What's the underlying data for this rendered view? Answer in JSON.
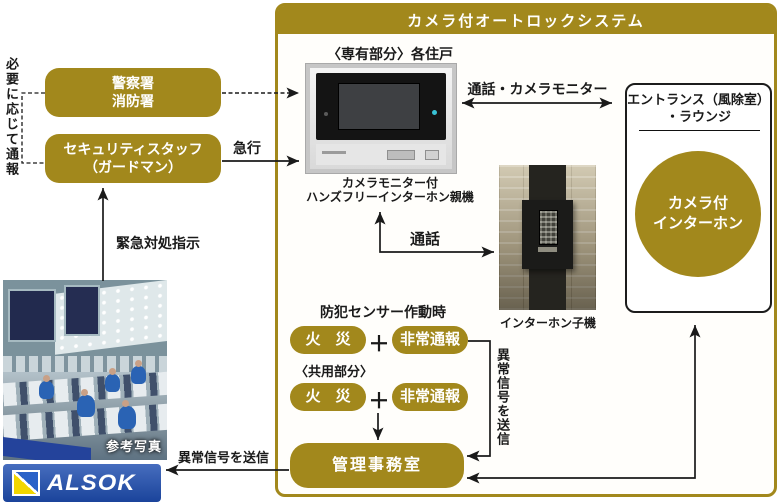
{
  "colors": {
    "gold": "#a2881c",
    "alsok_blue": "#1e4db0",
    "alsok_yellow": "#f2d600"
  },
  "title": "カメラ付オートロックシステム",
  "left_column": {
    "report_note_vertical": "必要に応じて通報",
    "police_fire_box": {
      "line1": "警察署",
      "line2": "消防署"
    },
    "security_staff_box": {
      "line1": "セキュリティスタッフ",
      "line2": "（ガードマン）"
    },
    "rush_label": "急行",
    "emergency_directive_label": "緊急対処指示",
    "photo_caption": "参考写真",
    "alsok_logo_text": "ALSOK",
    "signal_send_label": "異常信号を送信"
  },
  "panel": {
    "private_section_header": "〈専有部分〉各住戸",
    "master_unit_caption_line1": "カメラモニター付",
    "master_unit_caption_line2": "ハンズフリーインターホン親機",
    "talk_camera_monitor_label": "通話・カメラモニター",
    "talk_label": "通話",
    "slave_unit_caption": "インターホン子機",
    "entrance_box": {
      "title_line1": "エントランス（風除室）",
      "title_line2": "・ラウンジ",
      "circle_line1": "カメラ付",
      "circle_line2": "インターホン"
    },
    "sensor_section": {
      "header": "防犯センサー作動時",
      "common_header": "〈共用部分〉",
      "rows": [
        {
          "fire": "火　災",
          "plus": "＋",
          "alert": "非常通報"
        },
        {
          "fire": "火　災",
          "plus": "＋",
          "alert": "非常通報"
        }
      ],
      "signal_vertical": "異常信号を送信"
    },
    "office_box_label": "管理事務室"
  }
}
